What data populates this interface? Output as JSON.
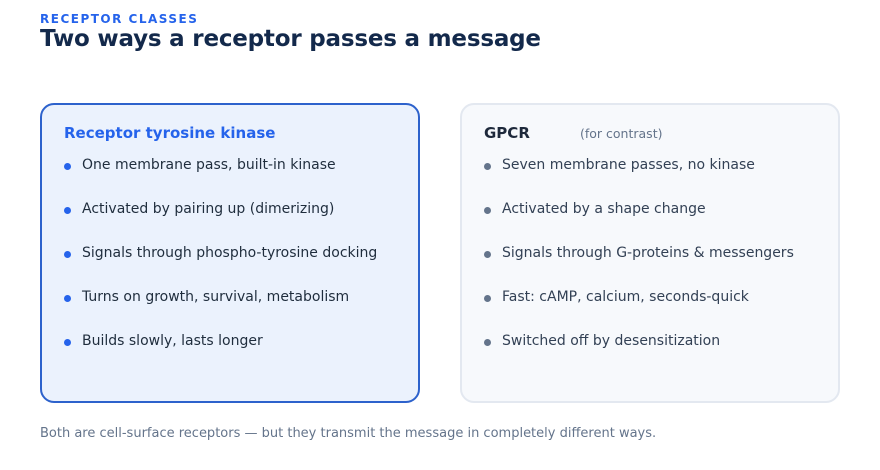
{
  "header": {
    "eyebrow": "RECEPTOR CLASSES",
    "title": "Two ways a receptor passes a message"
  },
  "cards": {
    "rtk": {
      "title": "Receptor tyrosine kinase",
      "items": [
        "One membrane pass, built-in kinase",
        "Activated by pairing up (dimerizing)",
        "Signals through phospho-tyrosine docking",
        "Turns on growth, survival, metabolism",
        "Builds slowly, lasts longer"
      ]
    },
    "gpcr": {
      "title": "GPCR",
      "note": "(for contrast)",
      "items": [
        "Seven membrane passes, no kinase",
        "Activated by a shape change",
        "Signals through G-proteins & messengers",
        "Fast: cAMP, calcium, seconds-quick",
        "Switched off by desensitization"
      ]
    }
  },
  "footer": "Both are cell-surface receptors — but they transmit the message in completely different ways.",
  "colors": {
    "accent": "#2563eb",
    "title": "#13294b",
    "highlight_bg": "#ebf2fd",
    "muted": "#64748b"
  }
}
